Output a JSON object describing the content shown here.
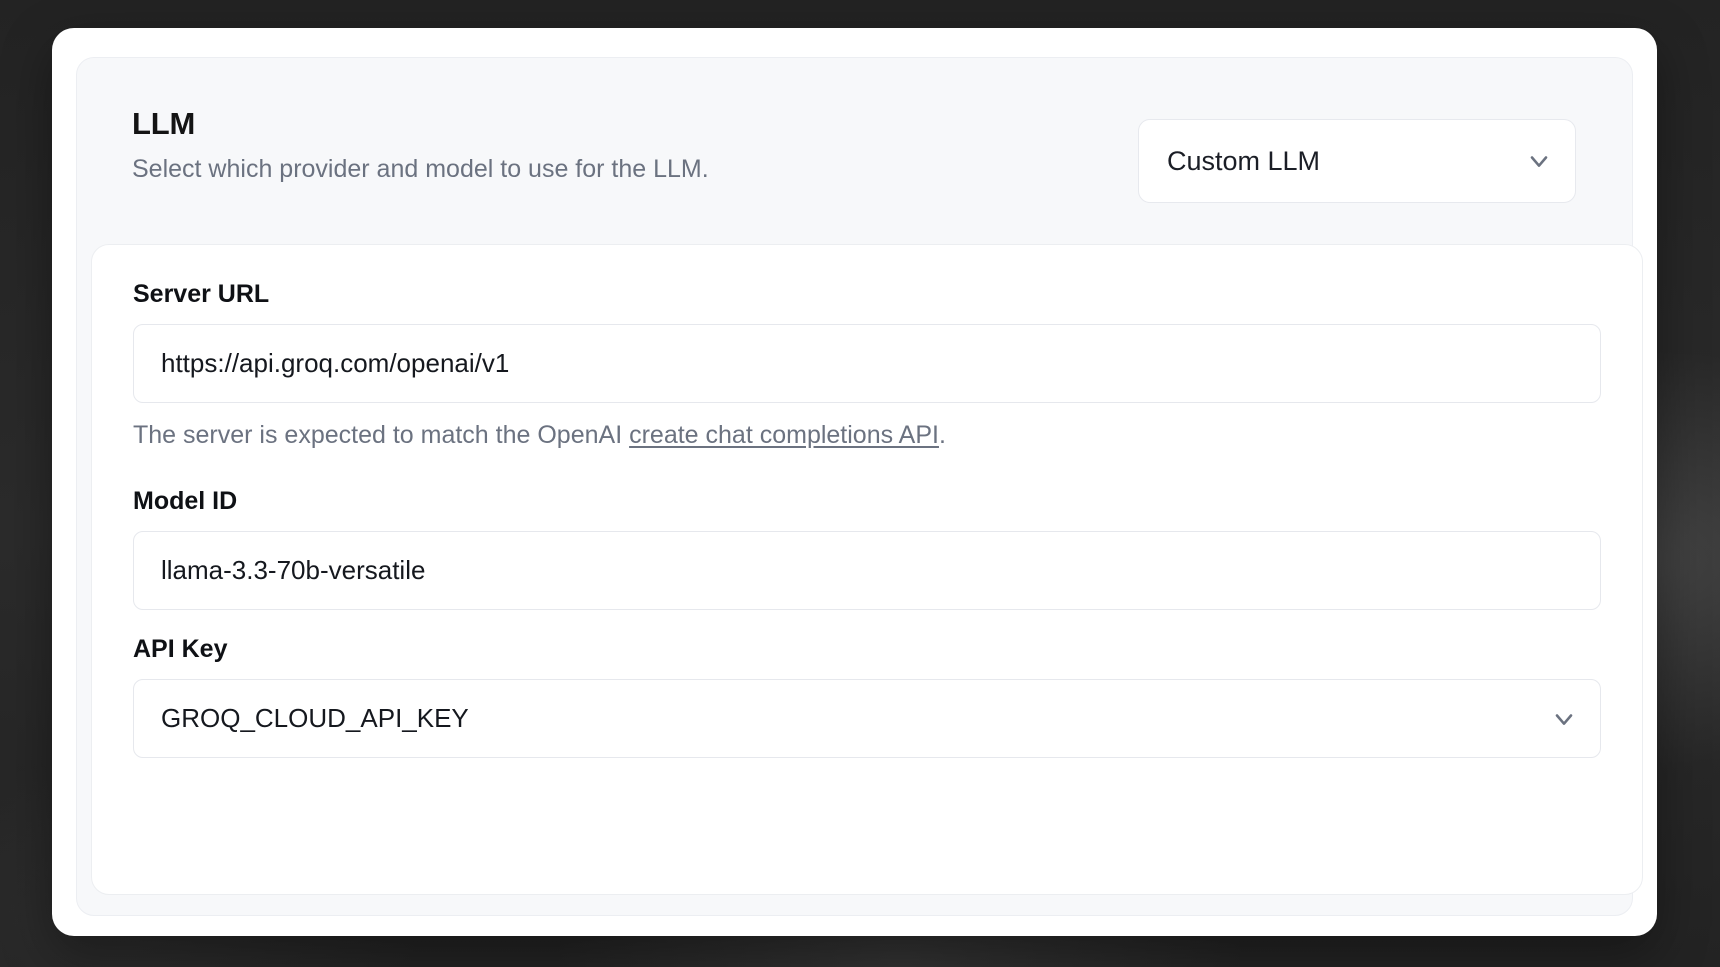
{
  "section": {
    "title": "LLM",
    "subtitle": "Select which provider and model to use for the LLM."
  },
  "provider_select": {
    "name": "llm-provider-select",
    "value": "Custom LLM",
    "chevron_icon": "chevron-down-icon"
  },
  "fields": {
    "server_url": {
      "label": "Server URL",
      "value": "https://api.groq.com/openai/v1",
      "helper_prefix": "The server is expected to match the OpenAI ",
      "helper_link": "create chat completions API",
      "helper_suffix": "."
    },
    "model_id": {
      "label": "Model ID",
      "value": "llama-3.3-70b-versatile"
    },
    "api_key": {
      "label": "API Key",
      "value": "GROQ_CLOUD_API_KEY",
      "chevron_icon": "chevron-down-icon"
    }
  },
  "colors": {
    "backdrop": "#262626",
    "card": "#ffffff",
    "panel": "#f7f8fa",
    "text_primary": "#0f1115",
    "text_muted": "#6b7280",
    "border": "#e6e8ed"
  }
}
